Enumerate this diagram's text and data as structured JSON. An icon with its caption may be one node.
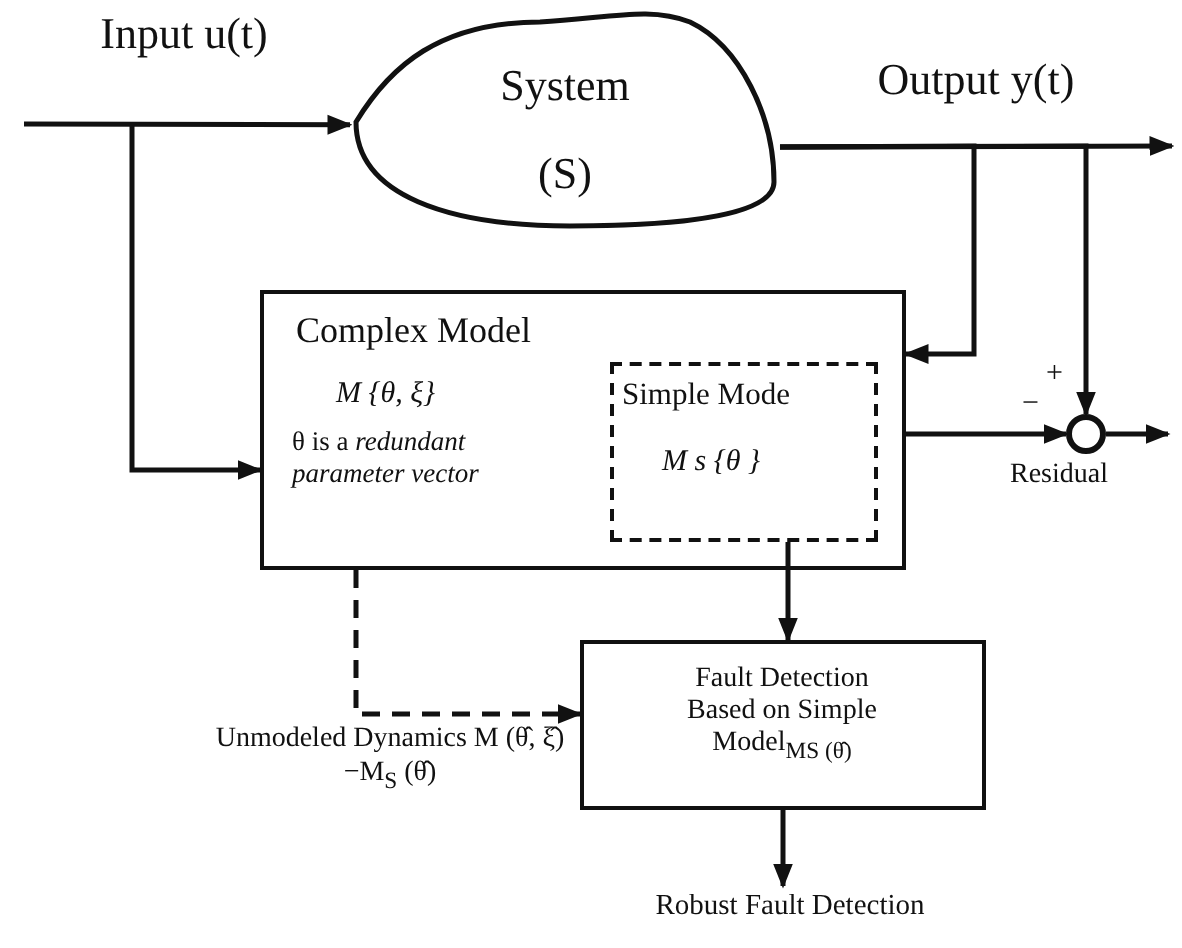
{
  "diagram": {
    "nodes": [
      {
        "text": [
          "System (S)"
        ]
      },
      {
        "text": [
          "Complex Model",
          "M {θ, ξ}",
          "θ is a *redundant parameter vector*"
        ]
      },
      {
        "text": [
          "Simple Mode",
          "M s {θ }"
        ],
        "in": 1
      },
      {
        "text": [],
        "shape": "circle",
        "beside": [
          "Residual"
        ]
      },
      {
        "text": [
          "Fault Detection Based on Simple Model$_{MS (θ̂)}$"
        ]
      },
      {
        "text": [
          "Robust Fault Detection"
        ]
      }
    ],
    "edges": [
      {
        "from": null,
        "to": 0,
        "arrow": "to",
        "label": "Input u(t)"
      },
      {
        "from": null,
        "to": 1,
        "arrow": "to"
      },
      {
        "from": 0,
        "to": null,
        "arrow": "to",
        "label": "Output y(t)"
      },
      {
        "from": 0,
        "to": 1,
        "arrow": "to"
      },
      {
        "from": 0,
        "to": 3,
        "arrow": "to"
      },
      {
        "from": 1,
        "to": 3,
        "arrow": "to"
      },
      {
        "from": 3,
        "to": null,
        "arrow": "to"
      },
      {
        "from": 2,
        "to": 4,
        "arrow": "to"
      },
      {
        "from": 1,
        "to": 4,
        "arrow": "to",
        "style": "dashed",
        "label": "Unmodeled Dynamics M (θ̂, ξ̂) −M$_{S}$ (θ̂)"
      },
      {
        "from": 4,
        "to": 5,
        "arrow": "to"
      }
    ],
    "labels": [
      "+",
      "−"
    ]
  }
}
